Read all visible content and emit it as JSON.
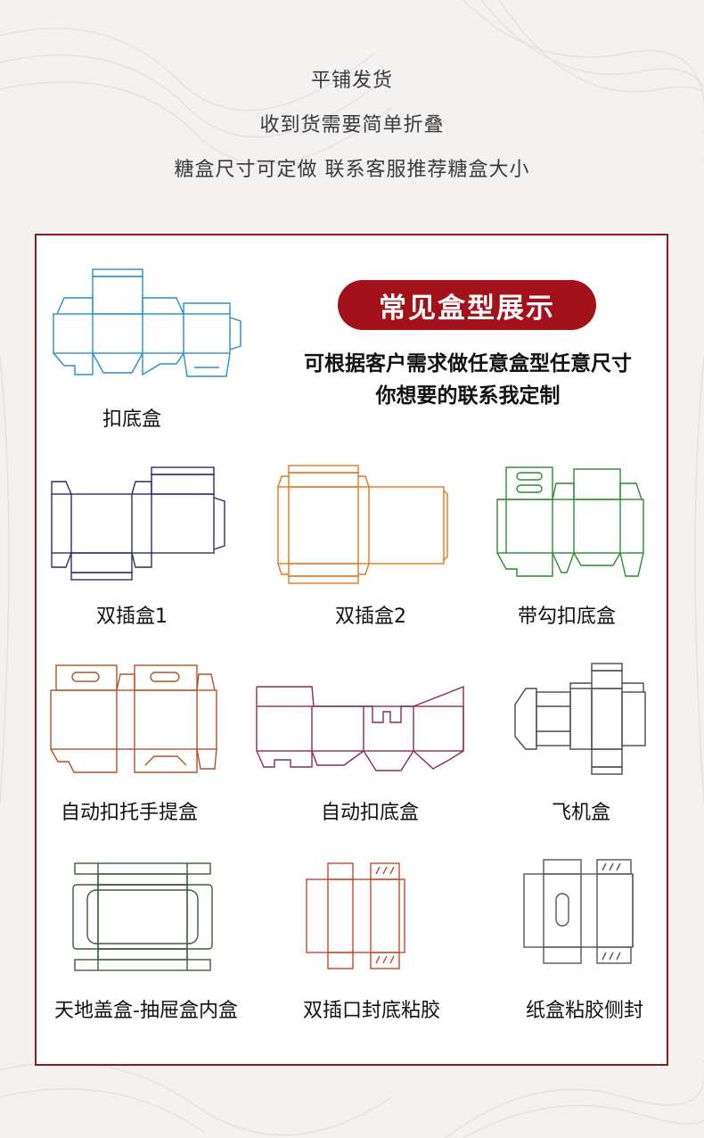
{
  "intro": {
    "line1": "平铺发货",
    "line2": "收到货需要简单折叠",
    "line3": "糖盒尺寸可定做  联系客服推荐糖盒大小"
  },
  "panel": {
    "heading": "常见盒型展示",
    "description_line1": "可根据客户需求做任意盒型任意尺寸",
    "description_line2": "你想要的联系我定制"
  },
  "box_types": [
    {
      "label": "扣底盒",
      "icon": "snap-lock-bottom-box-dieline-icon",
      "color": "#2a8fcf"
    },
    {
      "label": "双插盒1",
      "icon": "double-tuck-box-dieline-icon",
      "color": "#2b2d6e"
    },
    {
      "label": "双插盒2",
      "icon": "double-tuck-box-dieline-icon",
      "color": "#e8761a"
    },
    {
      "label": "带勾扣底盒",
      "icon": "hanger-snap-bottom-box-dieline-icon",
      "color": "#2e8b2e"
    },
    {
      "label": "自动扣托手提盒",
      "icon": "handle-auto-bottom-box-dieline-icon",
      "color": "#b4532a"
    },
    {
      "label": "自动扣底盒",
      "icon": "auto-lock-bottom-box-dieline-icon",
      "color": "#8e2a5a"
    },
    {
      "label": "飞机盒",
      "icon": "mailer-box-dieline-icon",
      "color": "#4a4a4a"
    },
    {
      "label": "天地盖盒-抽屉盒内盒",
      "icon": "lid-drawer-inner-box-dieline-icon",
      "color": "#3d5a3d"
    },
    {
      "label": "双插口封底粘胶",
      "icon": "tuck-glued-bottom-box-dieline-icon",
      "color": "#c9472a"
    },
    {
      "label": "纸盒粘胶侧封",
      "icon": "side-glued-box-dieline-icon",
      "color": "#555555"
    }
  ]
}
